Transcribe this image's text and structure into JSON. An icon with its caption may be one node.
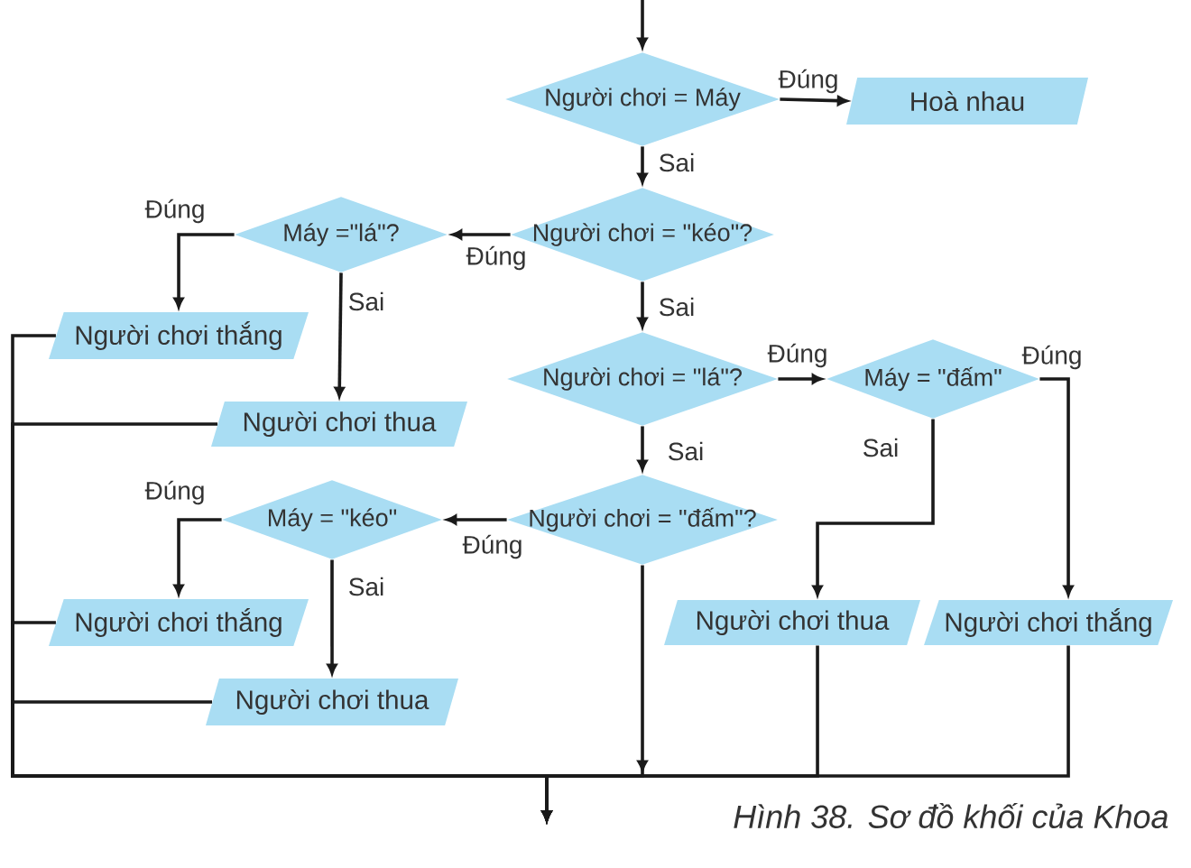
{
  "diagram": {
    "caption": "Hình 38. Sơ đồ khối của Khoa",
    "nodes": [
      {
        "text": [
          "Người chơi = Máy"
        ]
      },
      {
        "text": [
          "Hoà nhau"
        ]
      },
      {
        "text": [
          "Người chơi = \"kéo\"?"
        ]
      },
      {
        "text": [
          "Máy =\"lá\"?"
        ]
      },
      {
        "text": [
          "Người chơi thắng"
        ]
      },
      {
        "text": [
          "Người chơi thua"
        ]
      },
      {
        "text": [
          "Người chơi = \"lá\"?"
        ]
      },
      {
        "text": [
          "Máy = \"đấm\""
        ]
      },
      {
        "text": [
          "Người chơi = \"đấm\"?"
        ]
      },
      {
        "text": [
          "Máy = \"kéo\""
        ]
      },
      {
        "text": [
          "Người chơi thắng"
        ]
      },
      {
        "text": [
          "Người chơi thua"
        ]
      },
      {
        "text": [
          "Người chơi thua"
        ]
      },
      {
        "text": [
          "Người chơi thắng"
        ]
      }
    ],
    "edges": [
      {
        "from": null,
        "to": 0,
        "arrow": "to"
      },
      {
        "from": 0,
        "to": 1,
        "arrow": "to",
        "label": "Đúng"
      },
      {
        "from": 0,
        "to": 2,
        "arrow": "to",
        "label": "Sai"
      },
      {
        "from": 2,
        "to": 3,
        "arrow": "to",
        "label": "Đúng"
      },
      {
        "from": 3,
        "to": 4,
        "arrow": "to",
        "label": "Đúng"
      },
      {
        "from": 3,
        "to": 5,
        "arrow": "to",
        "label": "Sai"
      },
      {
        "from": 2,
        "to": 6,
        "arrow": "to",
        "label": "Sai"
      },
      {
        "from": 6,
        "to": 7,
        "arrow": "to",
        "label": "Đúng"
      },
      {
        "from": 7,
        "to": 13,
        "arrow": "to",
        "label": "Đúng"
      },
      {
        "from": 7,
        "to": 12,
        "arrow": "to",
        "label": "Sai"
      },
      {
        "from": 6,
        "to": 8,
        "arrow": "to",
        "label": "Sai"
      },
      {
        "from": 8,
        "to": 9,
        "arrow": "to",
        "label": "Đúng"
      },
      {
        "from": 9,
        "to": 10,
        "arrow": "to",
        "label": "Đúng"
      },
      {
        "from": 9,
        "to": 11,
        "arrow": "to",
        "label": "Sai"
      },
      {
        "from": 4,
        "to": null,
        "arrow": "to"
      },
      {
        "from": 5,
        "to": null,
        "arrow": "to"
      },
      {
        "from": 10,
        "to": null,
        "arrow": "to"
      },
      {
        "from": 11,
        "to": null,
        "arrow": "to"
      },
      {
        "from": 8,
        "to": null,
        "arrow": "to"
      },
      {
        "from": 12,
        "to": null,
        "arrow": "to"
      },
      {
        "from": 13,
        "to": null,
        "arrow": "to"
      }
    ]
  }
}
